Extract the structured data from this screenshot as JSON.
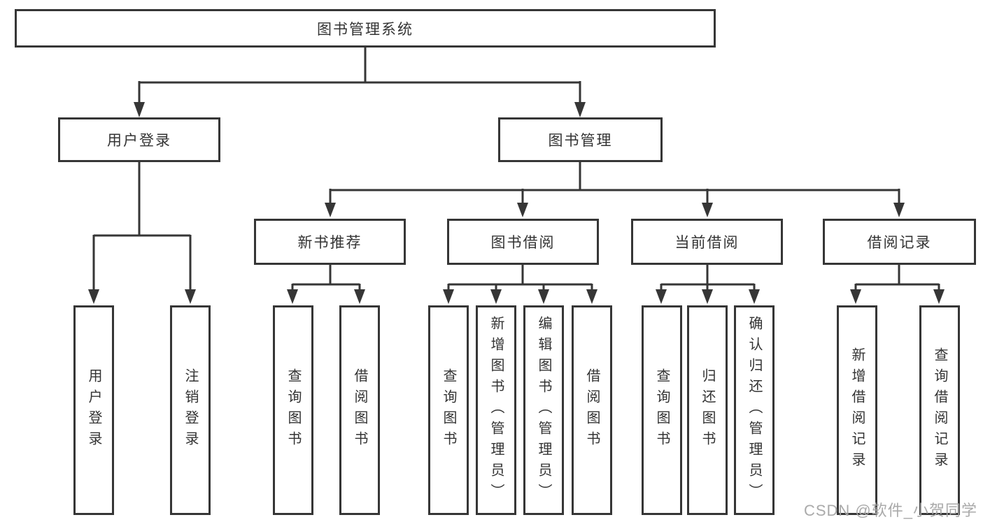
{
  "diagram": {
    "type": "tree",
    "root": {
      "label": "图书管理系统"
    },
    "branches": [
      {
        "label": "用户登录",
        "leaves": [
          {
            "label": "用户登录"
          },
          {
            "label": "注销登录"
          }
        ]
      },
      {
        "label": "图书管理",
        "groups": [
          {
            "label": "新书推荐",
            "leaves": [
              {
                "label": "查询图书"
              },
              {
                "label": "借阅图书"
              }
            ]
          },
          {
            "label": "图书借阅",
            "leaves": [
              {
                "label": "查询图书"
              },
              {
                "label": "新增图书（管理员）"
              },
              {
                "label": "编辑图书（管理员）"
              },
              {
                "label": "借阅图书"
              }
            ]
          },
          {
            "label": "当前借阅",
            "leaves": [
              {
                "label": "查询图书"
              },
              {
                "label": "归还图书"
              },
              {
                "label": "确认归还（管理员）"
              }
            ]
          },
          {
            "label": "借阅记录",
            "leaves": [
              {
                "label": "新增借阅记录"
              },
              {
                "label": "查询借阅记录"
              }
            ]
          }
        ]
      }
    ],
    "colors": {
      "line": "#363636",
      "box_background": "#ffffff",
      "text": "#333333",
      "watermark": "#a5a5a5"
    }
  },
  "watermark": {
    "text": "CSDN @软件_小贺同学"
  }
}
